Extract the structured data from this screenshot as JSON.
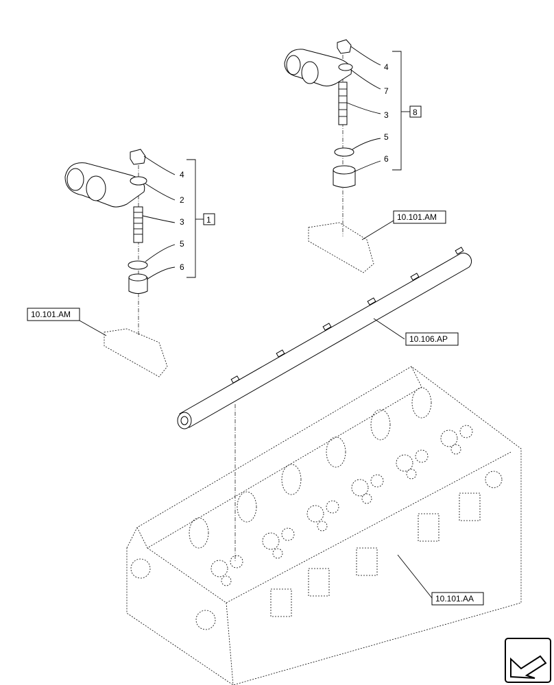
{
  "left_group": {
    "box_label": "1",
    "callouts": [
      "4",
      "2",
      "3",
      "5",
      "6"
    ],
    "reference": "10.101.AM"
  },
  "right_group": {
    "box_label": "8",
    "callouts": [
      "4",
      "7",
      "3",
      "5",
      "6"
    ],
    "reference": "10.101.AM"
  },
  "shaft_reference": "10.106.AP",
  "head_reference": "10.101.AA",
  "nav_icon": "next-page-arrow-icon"
}
